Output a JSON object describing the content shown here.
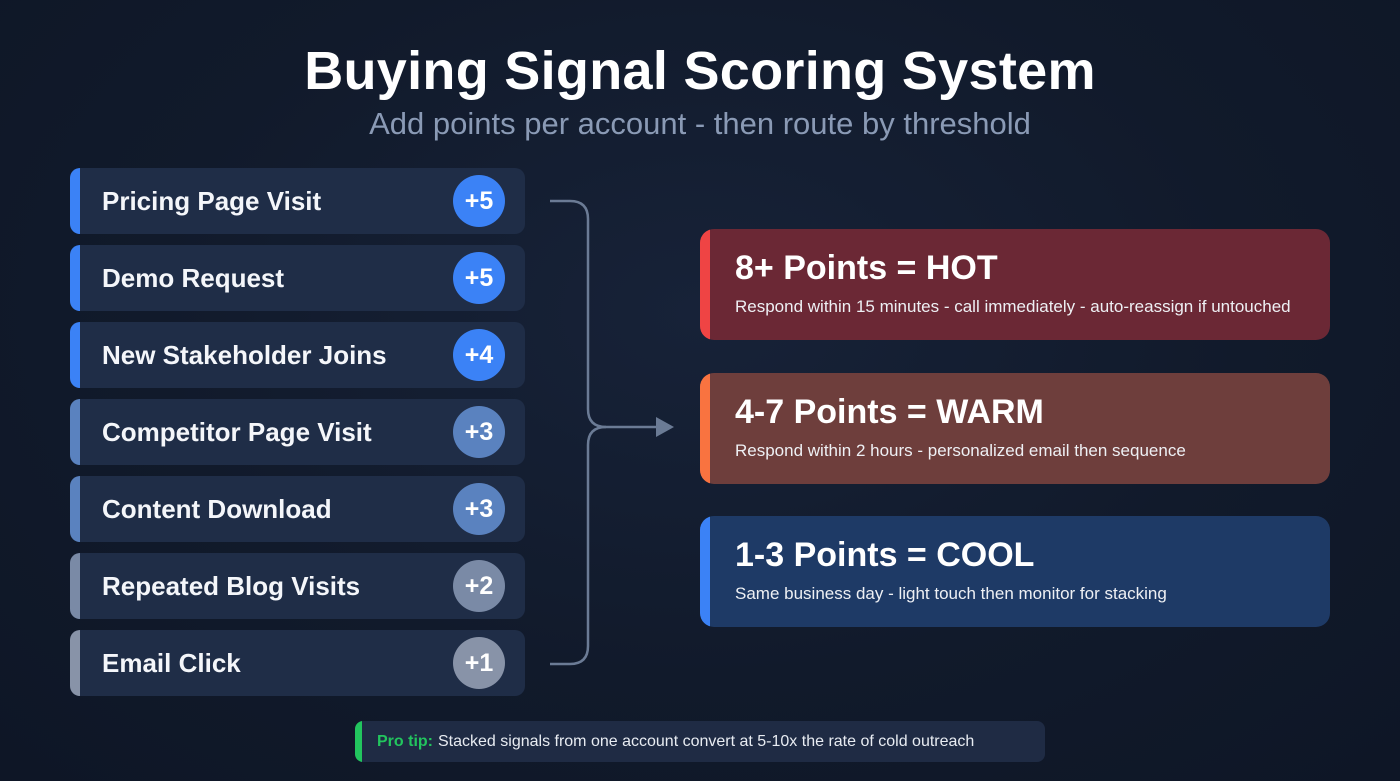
{
  "header": {
    "title": "Buying Signal Scoring System",
    "subtitle": "Add points per account - then route by threshold"
  },
  "signals": [
    {
      "label": "Pricing Page Visit",
      "points": "+5",
      "accent": "#3b82f6",
      "badge_color": "#3b82f6"
    },
    {
      "label": "Demo Request",
      "points": "+5",
      "accent": "#3b82f6",
      "badge_color": "#3b82f6"
    },
    {
      "label": "New Stakeholder Joins",
      "points": "+4",
      "accent": "#3b82f6",
      "badge_color": "#3b82f6"
    },
    {
      "label": "Competitor Page Visit",
      "points": "+3",
      "accent": "#5a82bf",
      "badge_color": "#5a82bf"
    },
    {
      "label": "Content Download",
      "points": "+3",
      "accent": "#5a82bf",
      "badge_color": "#5a82bf"
    },
    {
      "label": "Repeated Blog Visits",
      "points": "+2",
      "accent": "#7a8aa6",
      "badge_color": "#7a8aa6"
    },
    {
      "label": "Email Click",
      "points": "+1",
      "accent": "#8893a8",
      "badge_color": "#8893a8"
    }
  ],
  "connector": {
    "icon": "bracket-arrow-icon",
    "color": "#6b7b95"
  },
  "tiers": [
    {
      "heading": "8+ Points = HOT",
      "description": "Respond within 15 minutes - call immediately - auto-reassign if untouched",
      "accent": "#ef4444",
      "background": "#6b2835"
    },
    {
      "heading": "4-7 Points = WARM",
      "description": "Respond within 2 hours - personalized email then sequence",
      "accent": "#f97340",
      "background": "#6e3e3c"
    },
    {
      "heading": "1-3 Points = COOL",
      "description": "Same business day - light touch then monitor for stacking",
      "accent": "#3b82f6",
      "background": "#1e3a66"
    }
  ],
  "tip": {
    "label": "Pro tip:",
    "text": "Stacked signals from one account convert at 5-10x the rate of cold outreach",
    "accent": "#22c55e"
  }
}
